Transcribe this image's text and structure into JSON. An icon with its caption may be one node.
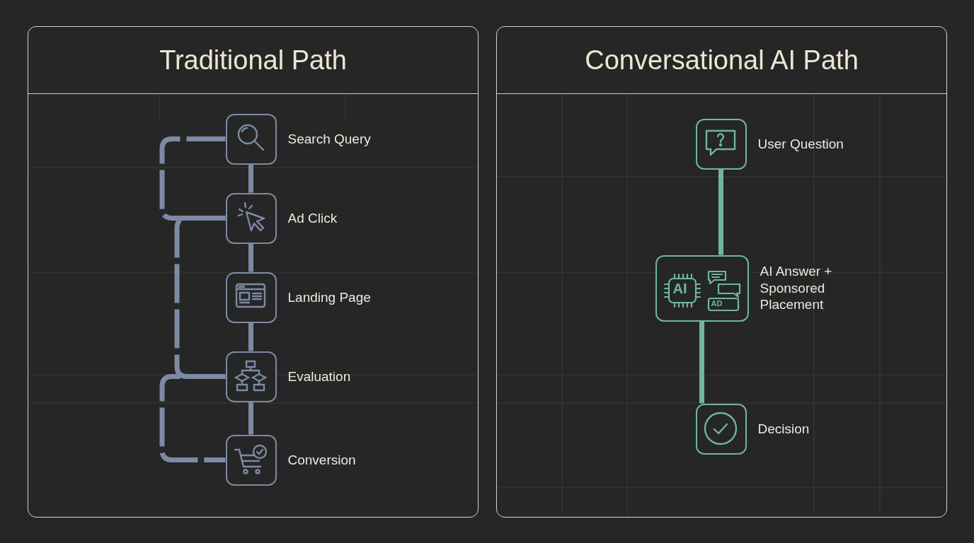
{
  "diagram": {
    "nodes": [
      {
        "text": [
          "Traditional Path"
        ]
      },
      {
        "text": [
          "Search Query"
        ],
        "in": 0
      },
      {
        "text": [
          "Ad Click"
        ],
        "in": 0
      },
      {
        "text": [
          "Landing Page"
        ],
        "in": 0
      },
      {
        "text": [
          "Evaluation"
        ],
        "in": 0
      },
      {
        "text": [
          "Conversion"
        ],
        "in": 0
      },
      {
        "text": [
          "Conversational AI Path"
        ]
      },
      {
        "text": [
          "User Question"
        ],
        "in": 6
      },
      {
        "text": [
          "AI Answer + Sponsored Placement"
        ],
        "in": 6
      },
      {
        "text": [
          "Decision"
        ],
        "in": 6
      }
    ],
    "edges": [
      {
        "from": 1,
        "to": 2,
        "arrow": "none"
      },
      {
        "from": 2,
        "to": 3,
        "arrow": "none"
      },
      {
        "from": 3,
        "to": 4,
        "arrow": "none"
      },
      {
        "from": 4,
        "to": 5,
        "arrow": "none"
      },
      {
        "from": 1,
        "to": 2,
        "arrow": "none",
        "style": "dashed"
      },
      {
        "from": 2,
        "to": 4,
        "arrow": "none",
        "style": "dashed"
      },
      {
        "from": 4,
        "to": 5,
        "arrow": "none",
        "style": "dashed"
      },
      {
        "from": 7,
        "to": 8,
        "arrow": "none",
        "color": "#6fb5a0"
      },
      {
        "from": 8,
        "to": 9,
        "arrow": "none",
        "color": "#6fb5a0"
      }
    ],
    "labels": [
      "AI",
      "AD"
    ]
  }
}
